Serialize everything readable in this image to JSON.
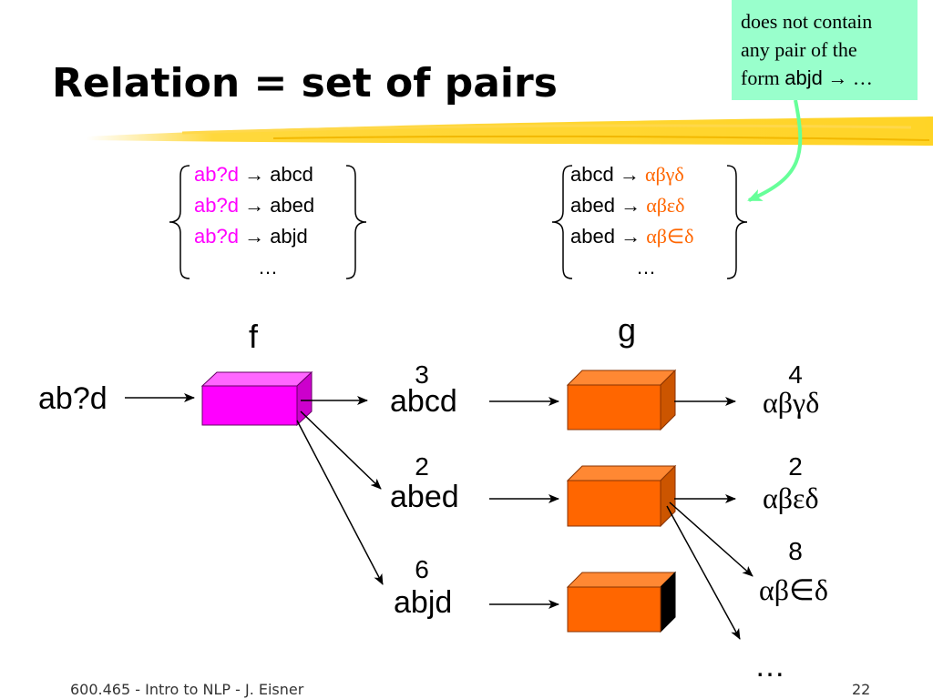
{
  "title": "Relation = set of pairs",
  "note": {
    "line1": "does not contain",
    "line2": "any pair of the",
    "line3_prefix": "form ",
    "line3_code": "abjd",
    "line3_suffix": " → …"
  },
  "left_set": {
    "rows": [
      {
        "input": "ab?d",
        "arrow": " → ",
        "output": "abcd"
      },
      {
        "input": "ab?d",
        "arrow": " → ",
        "output": "abed"
      },
      {
        "input": "ab?d",
        "arrow": " → ",
        "output": "abjd"
      }
    ],
    "ellipsis": "…"
  },
  "right_set": {
    "rows": [
      {
        "input": "abcd",
        "arrow": " → ",
        "output": "αβγδ"
      },
      {
        "input": "abed",
        "arrow": " → ",
        "output": "αβεδ"
      },
      {
        "input": "abed",
        "arrow": " → ",
        "output": "αβ∈δ"
      }
    ],
    "ellipsis": "…"
  },
  "diagram": {
    "f_label": "f",
    "g_label": "g",
    "input": "ab?d",
    "middle": [
      {
        "text": "abcd",
        "weight": "3"
      },
      {
        "text": "abed",
        "weight": "2"
      },
      {
        "text": "abjd",
        "weight": "6"
      }
    ],
    "outputs": [
      {
        "text": "αβγδ",
        "weight": "4"
      },
      {
        "text": "αβεδ",
        "weight": "2"
      },
      {
        "text": "αβ∈δ",
        "weight": "8"
      }
    ],
    "more": "…"
  },
  "colors": {
    "f_box": "#ff00ff",
    "g_box": "#ff6600",
    "note_bg": "#99ffcc",
    "note_arrow": "#66ff99",
    "brush": "#ffcc00"
  },
  "footer": "600.465 - Intro to NLP - J. Eisner",
  "page_number": "22"
}
